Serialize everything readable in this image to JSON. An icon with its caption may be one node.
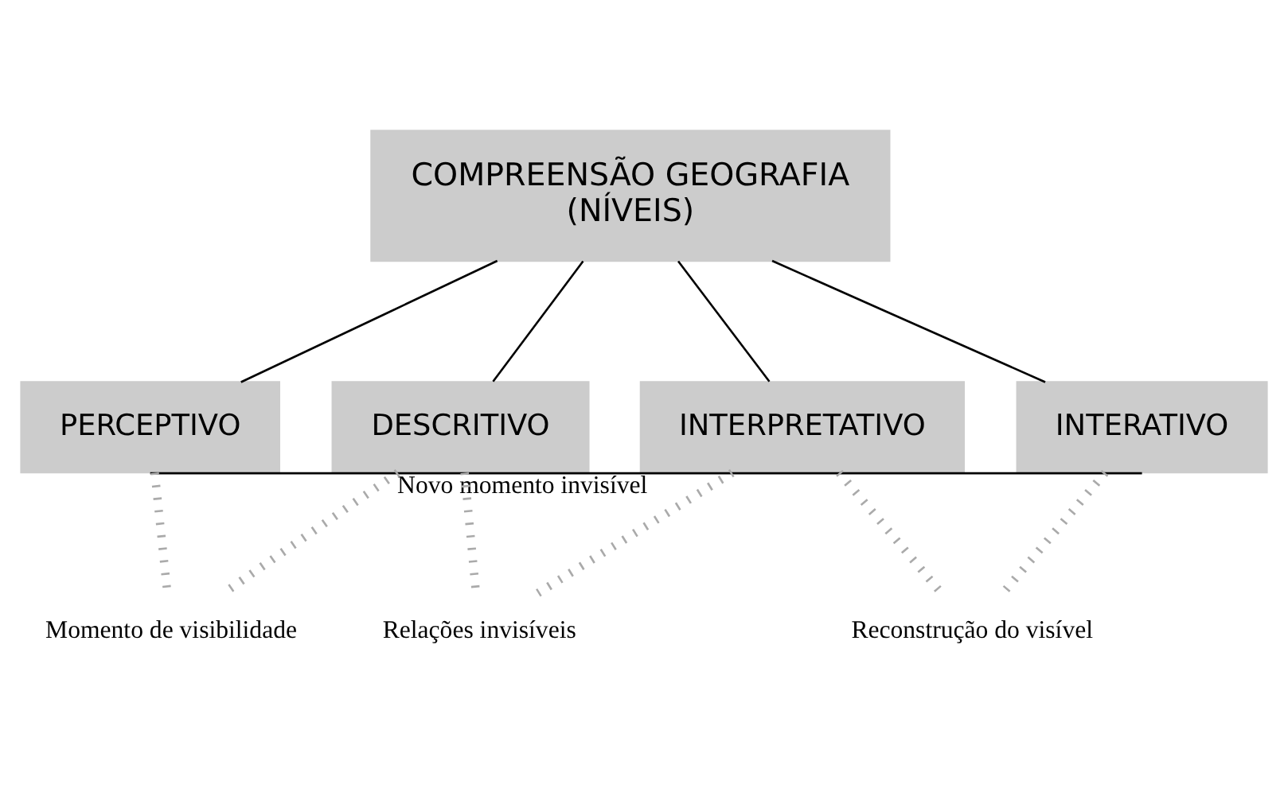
{
  "diagram": {
    "nodes": [
      {
        "text": [
          "COMPREENSÃO GEOGRAFIA",
          "(NÍVEIS)"
        ]
      },
      {
        "text": [
          "PERCEPTIVO"
        ]
      },
      {
        "text": [
          "DESCRITIVO"
        ]
      },
      {
        "text": [
          "INTERPRETATIVO"
        ]
      },
      {
        "text": [
          "INTERATIVO"
        ]
      },
      {
        "text": [
          "Momento de visibilidade"
        ]
      },
      {
        "text": [
          "Relações invisíveis"
        ]
      },
      {
        "text": [
          "Reconstrução do visível"
        ]
      }
    ],
    "edges": [
      {
        "from": 0,
        "to": 1,
        "arrow": "none",
        "color": "#000000"
      },
      {
        "from": 0,
        "to": 2,
        "arrow": "none",
        "color": "#000000"
      },
      {
        "from": 0,
        "to": 3,
        "arrow": "none",
        "color": "#000000"
      },
      {
        "from": 0,
        "to": 4,
        "arrow": "none",
        "color": "#000000"
      },
      {
        "from": 1,
        "to": 5,
        "arrow": "none",
        "style": "dashed",
        "color": "#aaaaaa"
      },
      {
        "from": 2,
        "to": 5,
        "arrow": "none",
        "style": "dashed",
        "color": "#aaaaaa"
      },
      {
        "from": 2,
        "to": 6,
        "arrow": "none",
        "style": "dashed",
        "color": "#aaaaaa"
      },
      {
        "from": 3,
        "to": 6,
        "arrow": "none",
        "style": "dashed",
        "color": "#aaaaaa"
      },
      {
        "from": 3,
        "to": 7,
        "arrow": "none",
        "style": "dashed",
        "color": "#aaaaaa"
      },
      {
        "from": 4,
        "to": 7,
        "arrow": "none",
        "style": "dashed",
        "color": "#aaaaaa"
      },
      {
        "from": 1,
        "to": 4,
        "arrow": "none",
        "label": "Novo momento invisível",
        "color": "#000000"
      }
    ]
  }
}
